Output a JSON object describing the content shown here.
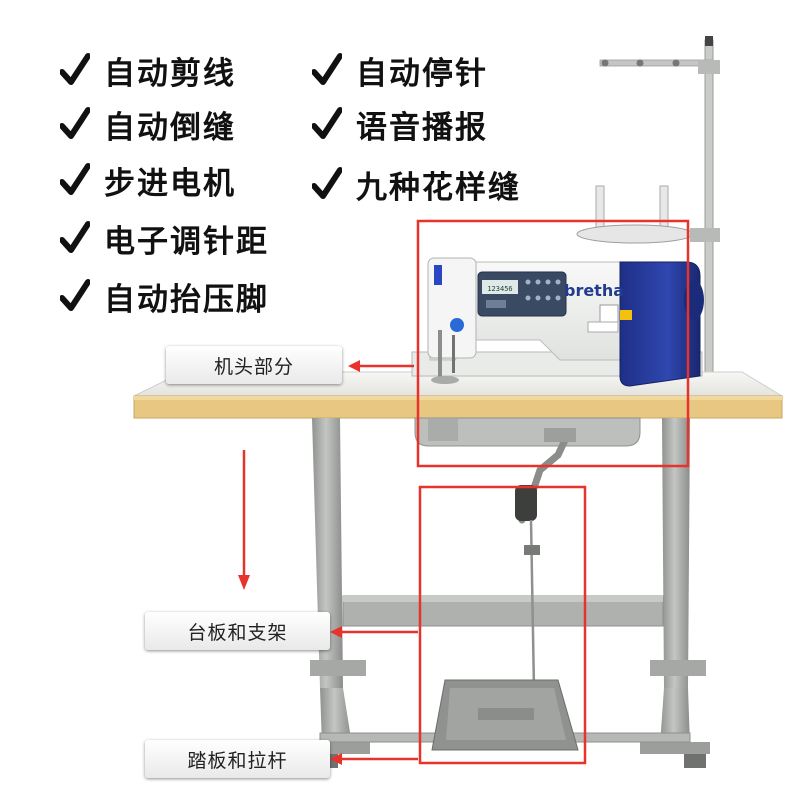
{
  "features": [
    {
      "id": "auto-trim",
      "label": "自动剪线"
    },
    {
      "id": "auto-needle-stop",
      "label": "自动停针"
    },
    {
      "id": "auto-backtack",
      "label": "自动倒缝"
    },
    {
      "id": "voice-broadcast",
      "label": "语音播报"
    },
    {
      "id": "stepper-motor",
      "label": "步进电机"
    },
    {
      "id": "nine-patterns",
      "label": "九种花样缝"
    },
    {
      "id": "electronic-stitch-length",
      "label": "电子调针距"
    },
    {
      "id": "auto-presser-lift",
      "label": "自动抬压脚"
    }
  ],
  "callouts": {
    "machine_head": "机头部分",
    "table_stand": "台板和支架",
    "pedal_rod": "踏板和拉杆"
  },
  "machine": {
    "brand": "bretha",
    "display_digits": "123456"
  },
  "colors": {
    "accent_red": "#e8322c",
    "machine_body": "#eef0ee",
    "motor_blue": "#233a9c",
    "table_top": "#e7c781",
    "stand_gray": "#a9aca9",
    "check_black": "#111111"
  }
}
